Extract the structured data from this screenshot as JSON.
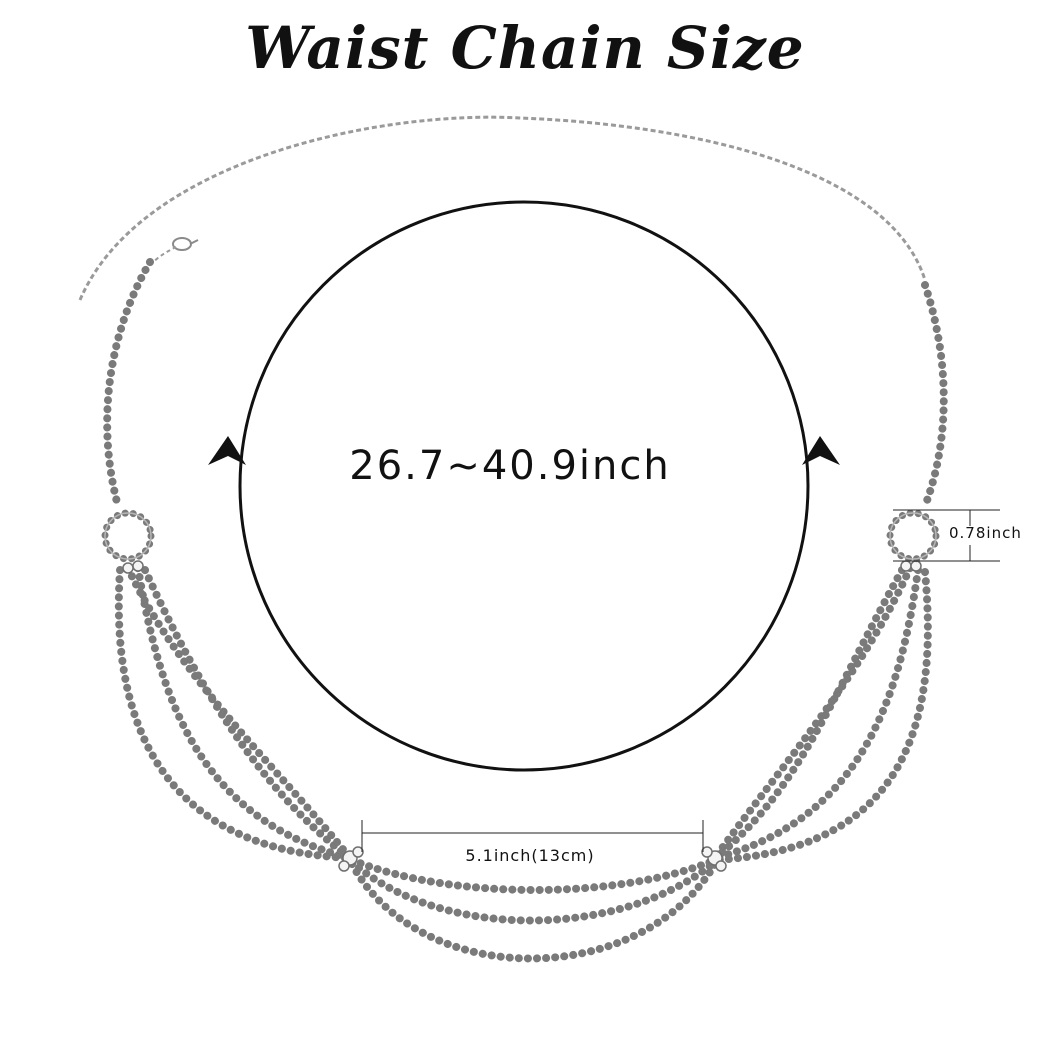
{
  "title": "Waist Chain Size",
  "waist_length_label": "26.7~40.9inch",
  "ring_diameter_label": "0.78inch",
  "center_width_label": "5.1inch(13cm)",
  "colors": {
    "ink": "#111111",
    "chain": "#9a9a9a",
    "stone_fill": "#f4f4f4",
    "stone_edge": "#6f6f6f"
  }
}
